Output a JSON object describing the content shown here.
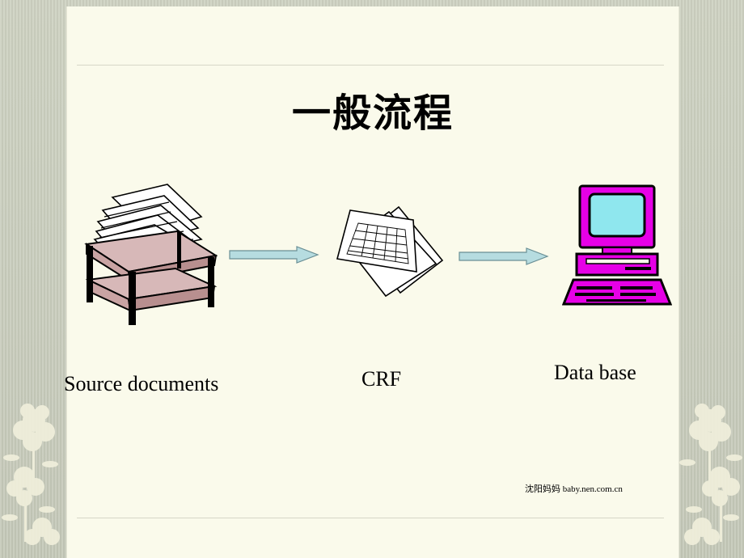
{
  "slide": {
    "title": "一般流程",
    "steps": [
      {
        "label": "Source documents",
        "icon": "paper-tray-icon"
      },
      {
        "label": "CRF",
        "icon": "crf-form-icon"
      },
      {
        "label": "Data base",
        "icon": "computer-icon"
      }
    ],
    "footer": "沈阳妈妈 baby.nen.com.cn"
  },
  "colors": {
    "background": "#c9cdbd",
    "slide": "#fafaeb",
    "arrow": "#b6dce0",
    "computer": "#e600e6",
    "screen": "#8fe7ee",
    "tray": "#c9a3a3"
  }
}
